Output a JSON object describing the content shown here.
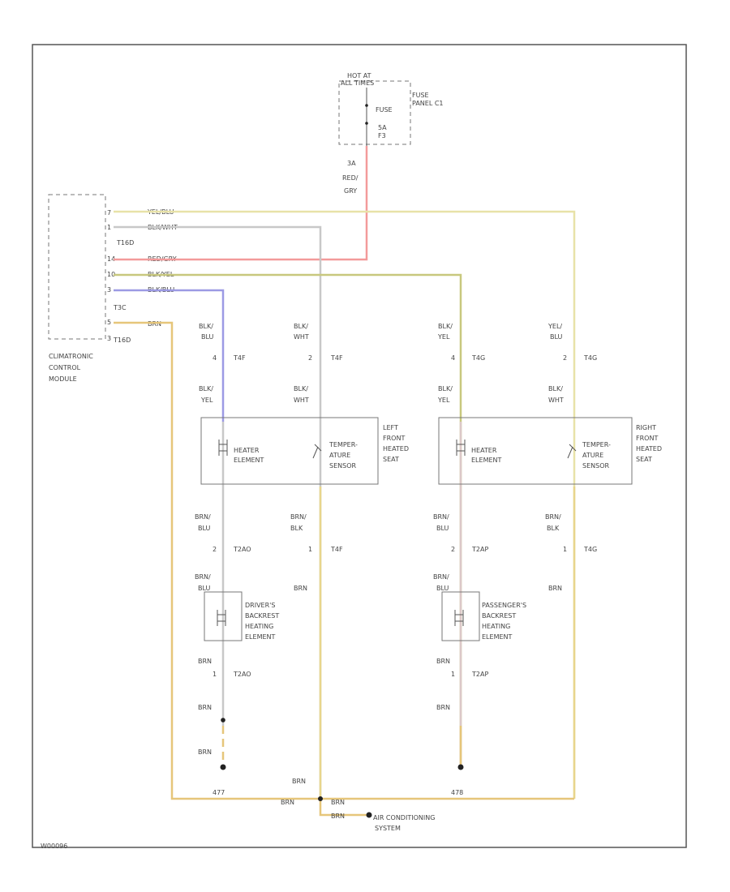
{
  "fuse_panel": {
    "hot_line1": "HOT AT",
    "hot_line2": "ALL TIMES",
    "fuse_label": "FUSE",
    "fuse_amp": "5A",
    "fuse_num": "F3",
    "panel_line1": "FUSE",
    "panel_line2": "PANEL C1",
    "wire_num": "3A",
    "wire_color1": "RED/",
    "wire_color2": "GRY"
  },
  "control_module": {
    "name_line1": "CLIMATRONIC",
    "name_line2": "CONTROL",
    "name_line3": "MODULE",
    "connectors": [
      "T16D",
      "T3C",
      "T16D"
    ],
    "pins": [
      "7",
      "1",
      "14",
      "10",
      "3",
      "5",
      "3"
    ],
    "wires": [
      "YEL/BLU",
      "BLK/WHT",
      "RED/GRY",
      "BLK/YEL",
      "BLK/BLU",
      "BRN"
    ]
  },
  "left_seat": {
    "top_wires": [
      {
        "color1": "BLK/",
        "color2": "BLU",
        "pin": "4",
        "conn": "T4F"
      },
      {
        "color1": "BLK/",
        "color2": "WHT",
        "pin": "2",
        "conn": "T4F"
      }
    ],
    "mid_wires": [
      {
        "color1": "BLK/",
        "color2": "YEL"
      },
      {
        "color1": "BLK/",
        "color2": "WHT"
      }
    ],
    "heater": [
      "HEATER",
      "ELEMENT"
    ],
    "sensor": [
      "TEMPER-",
      "ATURE",
      "SENSOR"
    ],
    "seat_name": [
      "LEFT",
      "FRONT",
      "HEATED",
      "SEAT"
    ],
    "bottom_wires": [
      {
        "color1": "BRN/",
        "color2": "BLU",
        "pin": "2",
        "conn": "T2AO"
      },
      {
        "color1": "BRN/",
        "color2": "BLK",
        "pin": "1",
        "conn": "T4F"
      }
    ],
    "backrest_wire": [
      "BRN/",
      "BLU"
    ],
    "backrest_name": [
      "DRIVER'S",
      "BACKREST",
      "HEATING",
      "ELEMENT"
    ],
    "brn_right": "BRN",
    "lower_pin": "1",
    "lower_conn": "T2AO",
    "brn1": "BRN",
    "brn2": "BRN",
    "brn3": "BRN",
    "ground": "477"
  },
  "right_seat": {
    "top_wires": [
      {
        "color1": "BLK/",
        "color2": "YEL",
        "pin": "4",
        "conn": "T4G"
      },
      {
        "color1": "YEL/",
        "color2": "BLU",
        "pin": "2",
        "conn": "T4G"
      }
    ],
    "mid_wires": [
      {
        "color1": "BLK/",
        "color2": "YEL"
      },
      {
        "color1": "BLK/",
        "color2": "WHT"
      }
    ],
    "heater": [
      "HEATER",
      "ELEMENT"
    ],
    "sensor": [
      "TEMPER-",
      "ATURE",
      "SENSOR"
    ],
    "seat_name": [
      "RIGHT",
      "FRONT",
      "HEATED",
      "SEAT"
    ],
    "bottom_wires": [
      {
        "color1": "BRN/",
        "color2": "BLU",
        "pin": "2",
        "conn": "T2AP"
      },
      {
        "color1": "BRN/",
        "color2": "BLK",
        "pin": "1",
        "conn": "T4G"
      }
    ],
    "backrest_wire": [
      "BRN/",
      "BLU"
    ],
    "backrest_name": [
      "PASSENGER'S",
      "BACKREST",
      "HEATING",
      "ELEMENT"
    ],
    "brn_right": "BRN",
    "lower_pin": "1",
    "lower_conn": "T2AP",
    "brn1": "BRN",
    "brn2": "BRN",
    "ground": "478"
  },
  "bottom": {
    "brn_left": "BRN",
    "brn_center": "BRN",
    "brn_right": "BRN",
    "brn_lower": "BRN",
    "ac_line1": "AIR CONDITIONING",
    "ac_line2": "SYSTEM"
  },
  "footer_id": "W00096"
}
